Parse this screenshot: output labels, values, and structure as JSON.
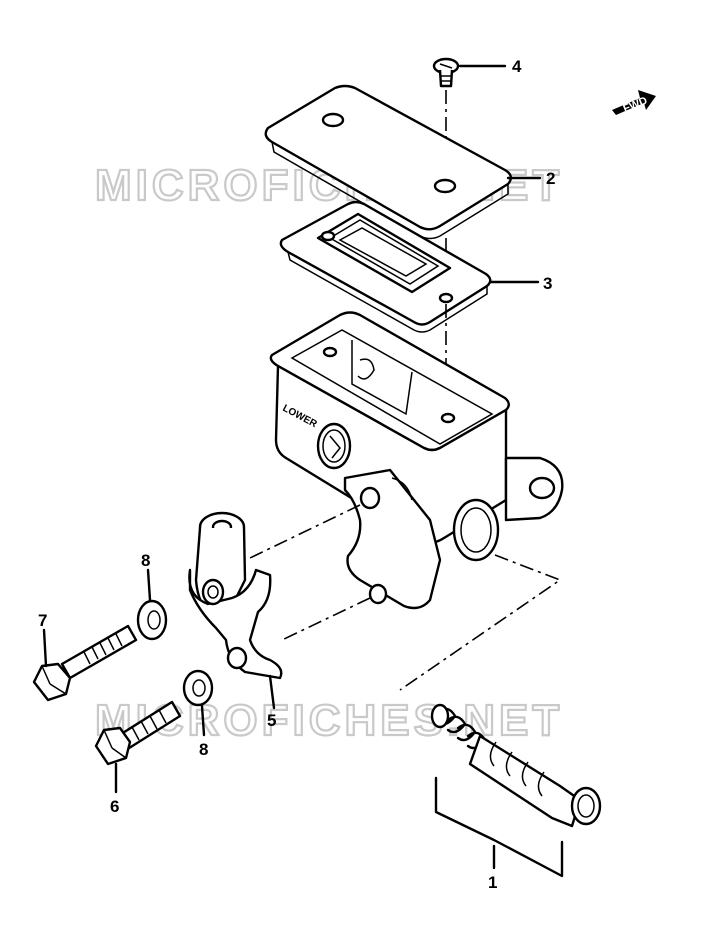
{
  "watermark": {
    "text": "MICROFICHES.NET"
  },
  "direction_badge": {
    "text": "FWD"
  },
  "body_marking": {
    "text": "LOWER"
  },
  "callouts": {
    "c1": "1",
    "c2": "2",
    "c3": "3",
    "c4": "4",
    "c5": "5",
    "c6": "6",
    "c7": "7",
    "c8a": "8",
    "c8b": "8"
  }
}
